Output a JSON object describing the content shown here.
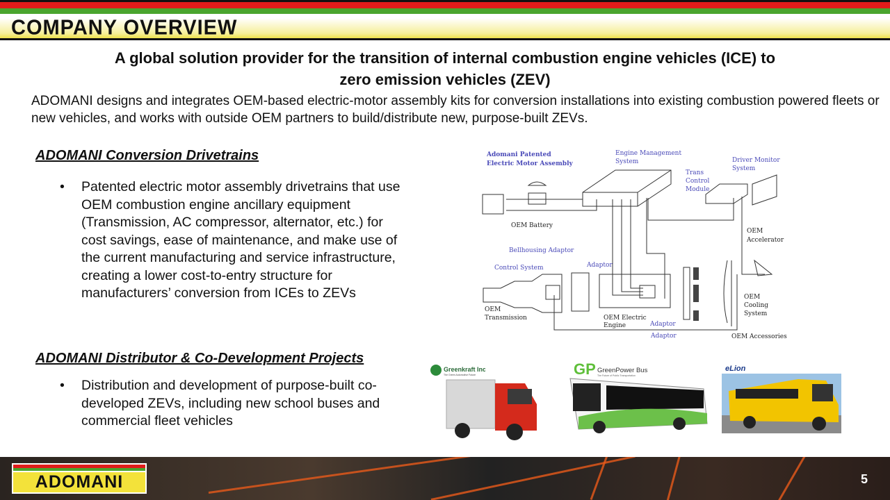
{
  "header": {
    "title": "COMPANY OVERVIEW"
  },
  "subtitle": {
    "line1": "A global solution provider for the transition of internal combustion engine vehicles (ICE) to",
    "line2": "zero emission vehicles (ZEV)"
  },
  "intro": "ADOMANI designs and integrates OEM-based electric-motor assembly kits for conversion installations into existing combustion powered fleets or new vehicles, and works with outside OEM partners to build/distribute new, purpose-built ZEVs.",
  "sections": [
    {
      "heading": "ADOMANI Conversion Drivetrains",
      "bullet": "Patented electric motor assembly drivetrains that use OEM combustion engine ancillary equipment (Transmission, AC compressor, alternator, etc.) for cost savings, ease of  maintenance, and make use of the current manufacturing and service infrastructure, creating a lower cost-to-entry structure for manufacturers’ conversion from ICEs to ZEVs"
    },
    {
      "heading": "ADOMANI Distributor & Co-Development Projects",
      "bullet": "Distribution and development of purpose-built co-developed ZEVs, including new school buses and commercial fleet vehicles"
    }
  ],
  "diagram": {
    "title1": "Adomani Patented",
    "title2": "Electric Motor Assembly",
    "ems1": "Engine Management",
    "ems2": "System",
    "tcm1": "Trans",
    "tcm2": "Control",
    "tcm3": "Module",
    "dms1": "Driver Monitor",
    "dms2": "System",
    "battery": "OEM Battery",
    "accel1": "OEM",
    "accel2": "Accelerator",
    "bellhousing": "Bellhousing Adaptor",
    "adaptor_top": "Adaptor",
    "control": "Control System",
    "trans1": "OEM",
    "trans2": "Transmission",
    "engine1": "OEM Electric",
    "engine2": "Engine",
    "adaptor_mid": "Adaptor",
    "adaptor_bot": "Adaptor",
    "cool1": "OEM",
    "cool2": "Cooling",
    "cool3": "System",
    "accessories": "OEM Accessories"
  },
  "partners": [
    {
      "name": "Greenkraft Inc.",
      "tagline": "The Green Automotive Future"
    },
    {
      "name": "GreenPower Bus",
      "tagline": "The Future of Public Transportation"
    },
    {
      "name": "eLion"
    }
  ],
  "footer": {
    "logo": "ADOMANI",
    "page": "5"
  },
  "colors": {
    "red": "#e01c1a",
    "green": "#4aa52e",
    "yellow": "#f3e23a",
    "diagram_label": "#4a4ab8"
  }
}
